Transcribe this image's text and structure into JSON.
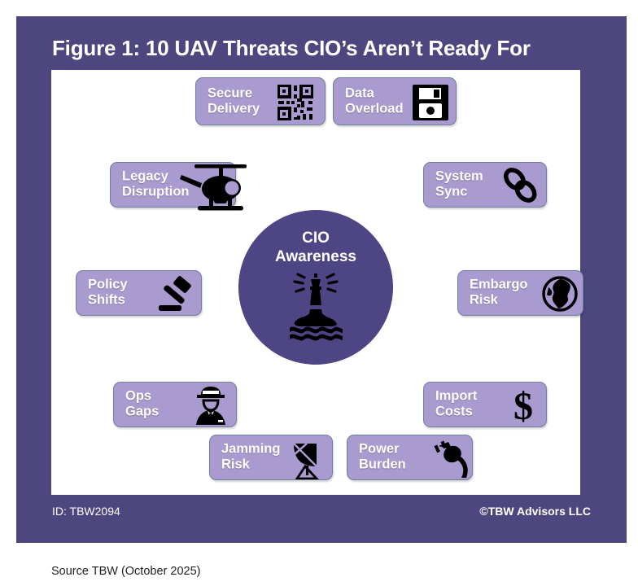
{
  "figure": {
    "title": "Figure 1: 10 UAV Threats CIO’s Aren’t Ready For",
    "source": "Source TBW (October 2025)",
    "footer_id": "ID: TBW2094",
    "footer_copyright": "©TBW Advisors LLC"
  },
  "colors": {
    "panel": "#4E477F",
    "board": "#ffffff",
    "box_fill": "#A99BCF",
    "box_border": "#6E7FA0",
    "hub_fill": "#4E4585",
    "icon": "#000000",
    "text_on_purple": "#ffffff"
  },
  "hub": {
    "label": "CIO\nAwareness",
    "icon": "lighthouse-icon"
  },
  "threats": [
    {
      "id": "secure-delivery",
      "label": "Secure\nDelivery",
      "icon": "qr-code-icon"
    },
    {
      "id": "data-overload",
      "label": "Data\nOverload",
      "icon": "floppy-disk-icon"
    },
    {
      "id": "legacy-disruption",
      "label": "Legacy\nDisruption",
      "icon": "helicopter-icon"
    },
    {
      "id": "system-sync",
      "label": "System\nSync",
      "icon": "chain-link-icon"
    },
    {
      "id": "policy-shifts",
      "label": "Policy\nShifts",
      "icon": "gavel-icon"
    },
    {
      "id": "embargo-risk",
      "label": "Embargo\nRisk",
      "icon": "globe-icon"
    },
    {
      "id": "ops-gaps",
      "label": "Ops\nGaps",
      "icon": "pilot-officer-icon"
    },
    {
      "id": "import-costs",
      "label": "Import\nCosts",
      "icon": "dollar-sign-icon"
    },
    {
      "id": "jamming-risk",
      "label": "Jamming\nRisk",
      "icon": "satellite-dish-icon"
    },
    {
      "id": "power-burden",
      "label": "Power\nBurden",
      "icon": "power-plug-icon"
    }
  ]
}
